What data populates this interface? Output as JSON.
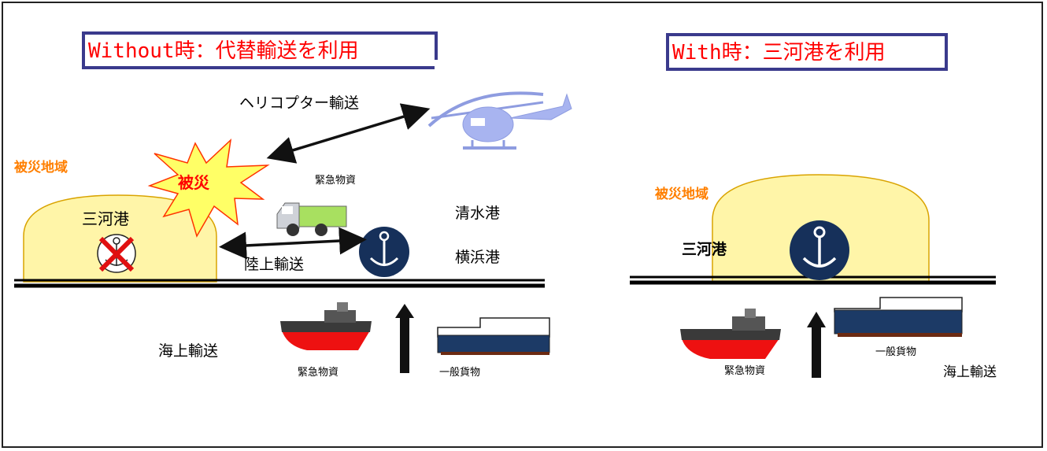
{
  "left_panel": {
    "title": "Without時：代替輸送を利用",
    "disaster_area": "被災地域",
    "disaster_burst": "被災",
    "mikawa_port": "三河港",
    "helicopter_transport": "ヘリコプター輸送",
    "emergency_goods_truck": "緊急物資",
    "shimizu_port": "清水港",
    "yokohama_port": "横浜港",
    "land_transport": "陸上輸送",
    "sea_transport": "海上輸送",
    "emergency_goods_ship": "緊急物資",
    "general_cargo": "一般貨物"
  },
  "right_panel": {
    "title": "With時：三河港を利用",
    "disaster_area": "被災地域",
    "mikawa_port": "三河港",
    "emergency_goods_ship": "緊急物資",
    "general_cargo": "一般貨物",
    "sea_transport": "海上輸送"
  },
  "colors": {
    "title_text": "#ff0000",
    "title_border": "#3a3a8c",
    "disaster_area_fill": "#fff5a8",
    "disaster_area_stroke": "#d9a300",
    "area_label": "#ff7f00",
    "burst_fill": "#ffff66",
    "burst_stroke": "#ff3300",
    "anchor_fill": "#16305a",
    "ship_hull_red": "#ee1111",
    "cargo_hull": "#1c3a66",
    "helicopter": "#a8b4f0"
  }
}
